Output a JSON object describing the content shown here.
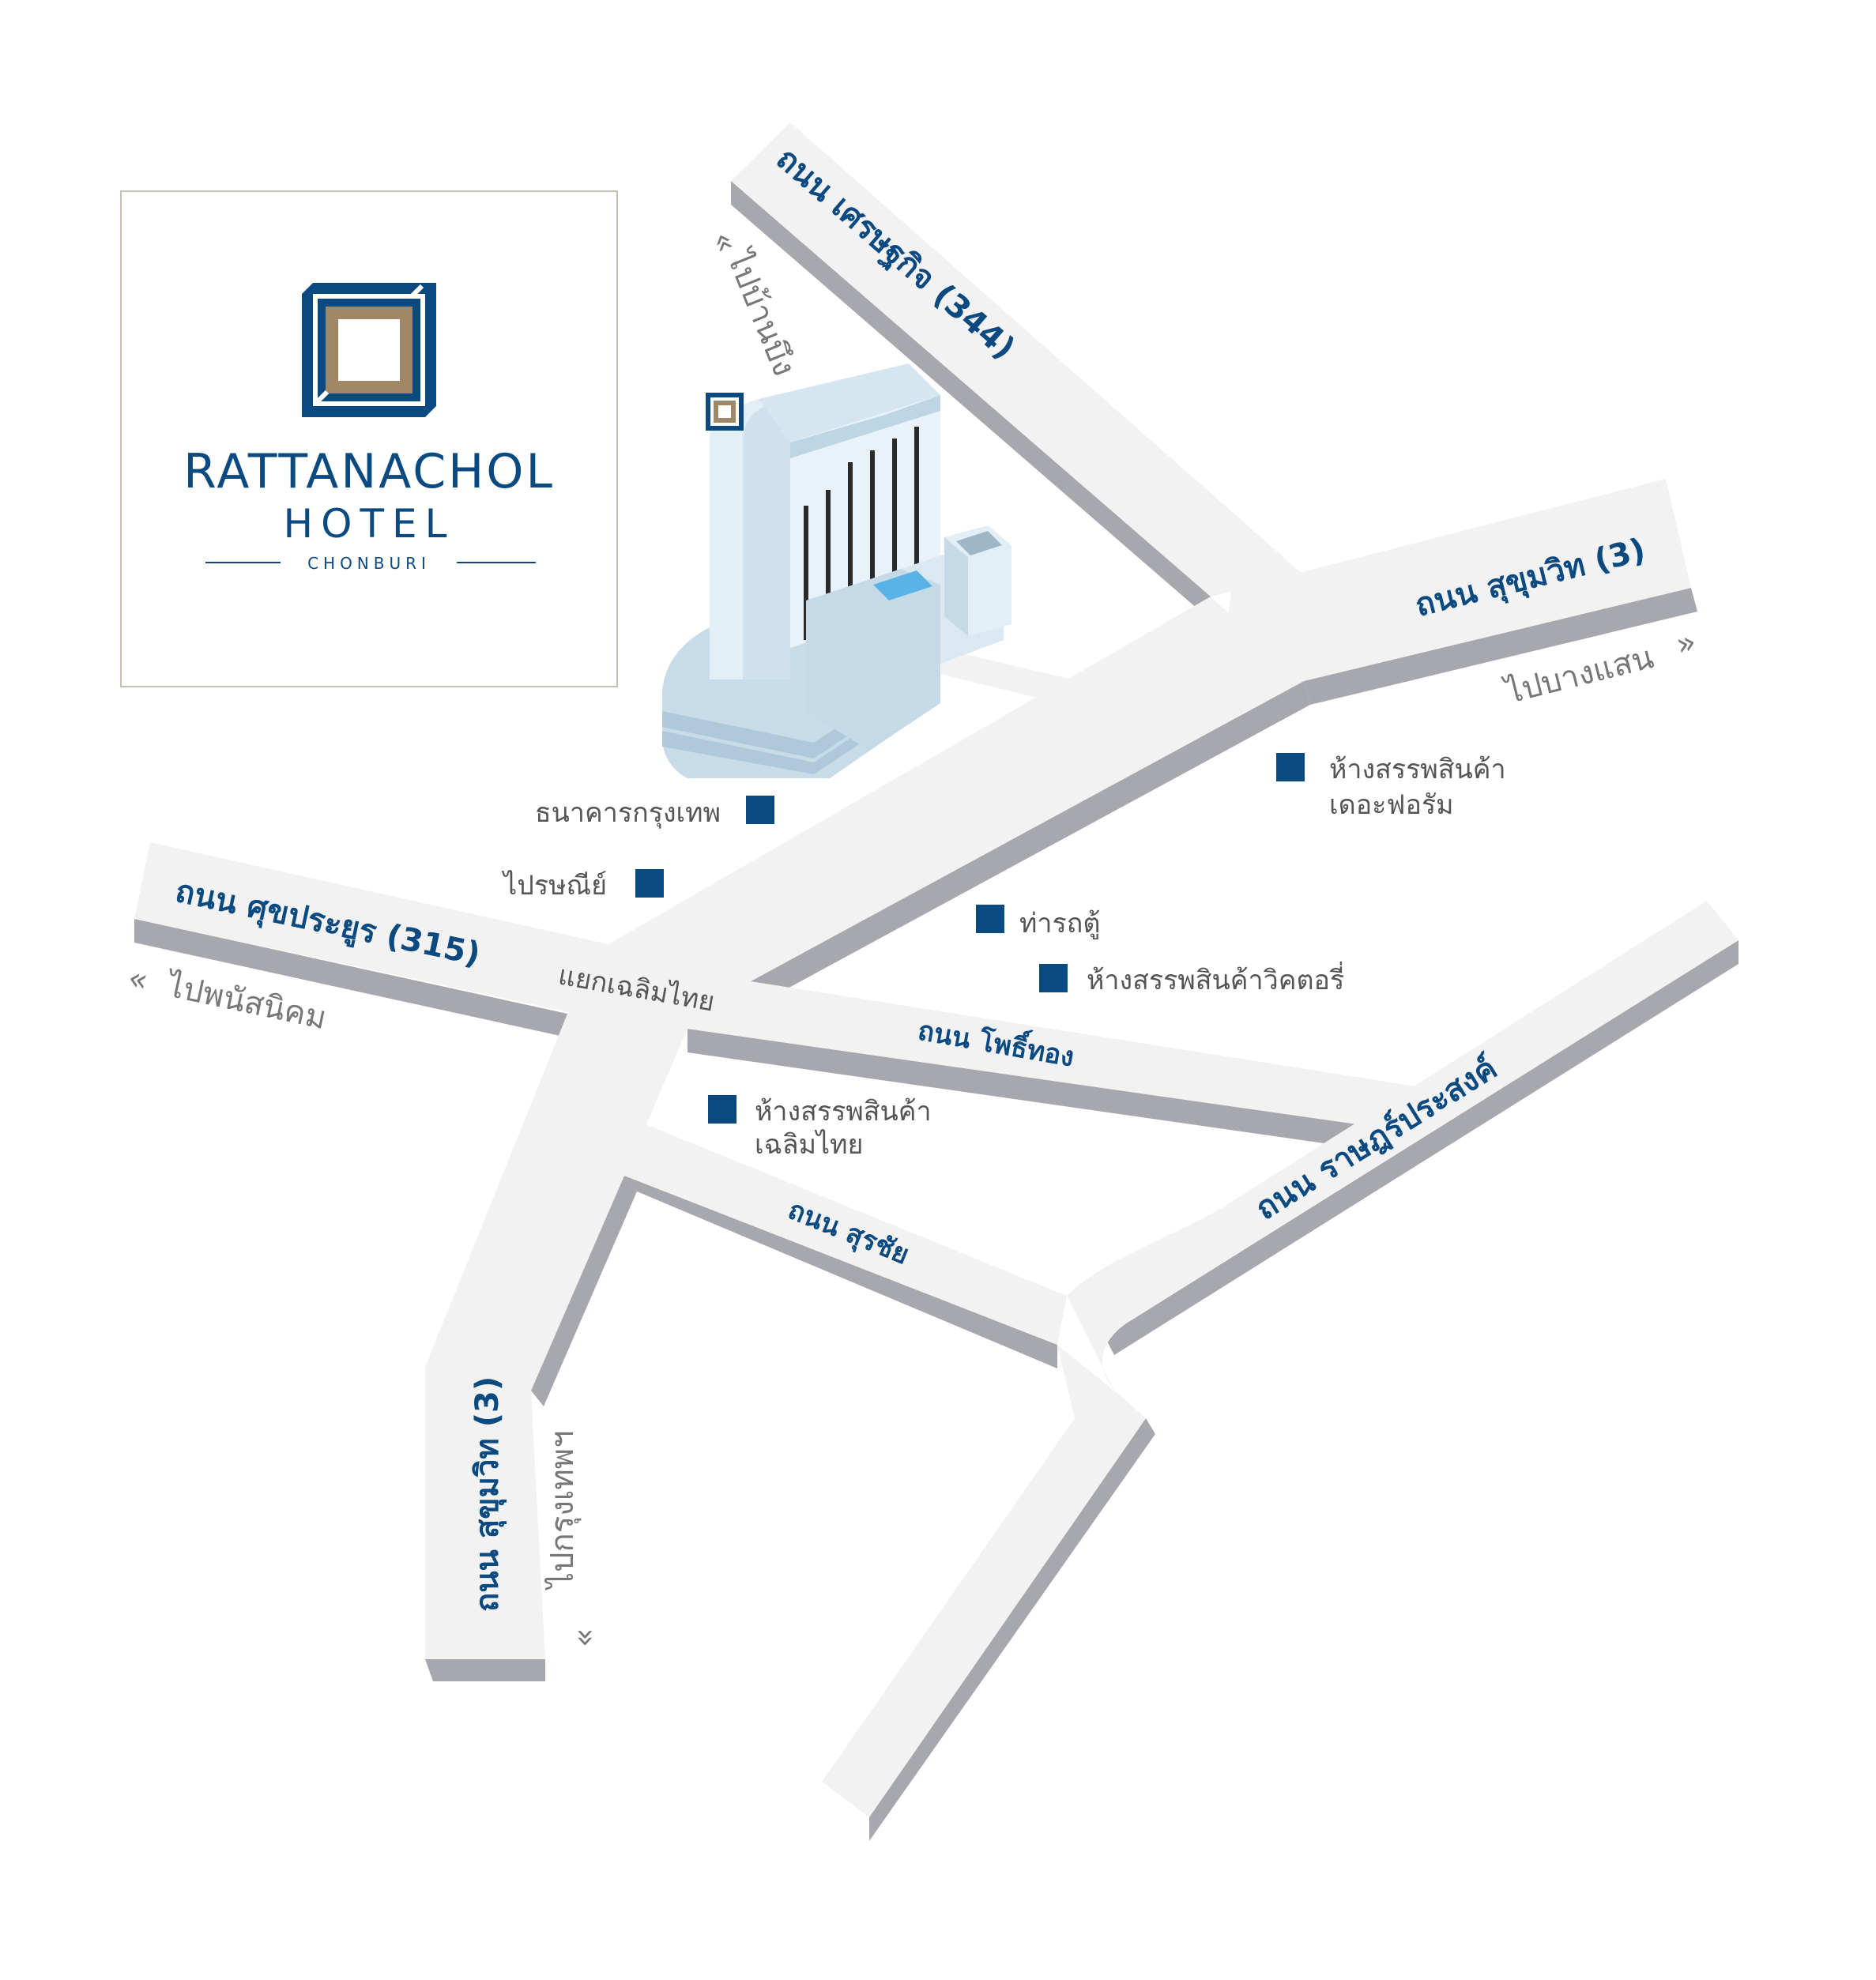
{
  "hotel": {
    "name_line1": "RATTANACHOL",
    "name_line2": "HOTEL",
    "city": "CHONBURI"
  },
  "roads": {
    "sethakit": "ถนน เศรษฐกิจ (344)",
    "sukhumvit_east": "ถนน สุขุมวิท (3)",
    "sukprayoon": "ถนน ศุขประยูร (315)",
    "phothong": "ถนน โพธิ์ทอง",
    "rat_prasong": "ถนน ราษฎร์ประสงค์",
    "surachai": "ถนน สุรชัย",
    "sukhumvit_south": "ถนน สุขุมวิท (3)"
  },
  "directions": {
    "ban_bueng": "ไปบ้านบึง",
    "bang_saen": "ไปบางแสน",
    "phanat_nikhom": "ไปพนัสนิคม",
    "bangkok": "ไปกรุงเทพฯ"
  },
  "junction": "แยกเฉลิมไทย",
  "pois": {
    "bangkok_bank": "ธนาคารกรุงเทพ",
    "post_office": "ไปรษณีย์",
    "bus_terminal": "ท่ารถตู้",
    "victory_mall": "ห้างสรรพสินค้าวิคตอรี่",
    "forum_line1": "ห้างสรรพสินค้า",
    "forum_line2": "เดอะฟอรัม",
    "chalermthai_line1": "ห้างสรรพสินค้า",
    "chalermthai_line2": "เฉลิมไทย"
  },
  "colors": {
    "brand_blue": "#0b4a80",
    "brand_gold": "#a08766",
    "road_top": "#f2f2f3",
    "road_side": "#a7a8ad",
    "building": "#d2e3ee",
    "pool": "#5ab3e6"
  }
}
